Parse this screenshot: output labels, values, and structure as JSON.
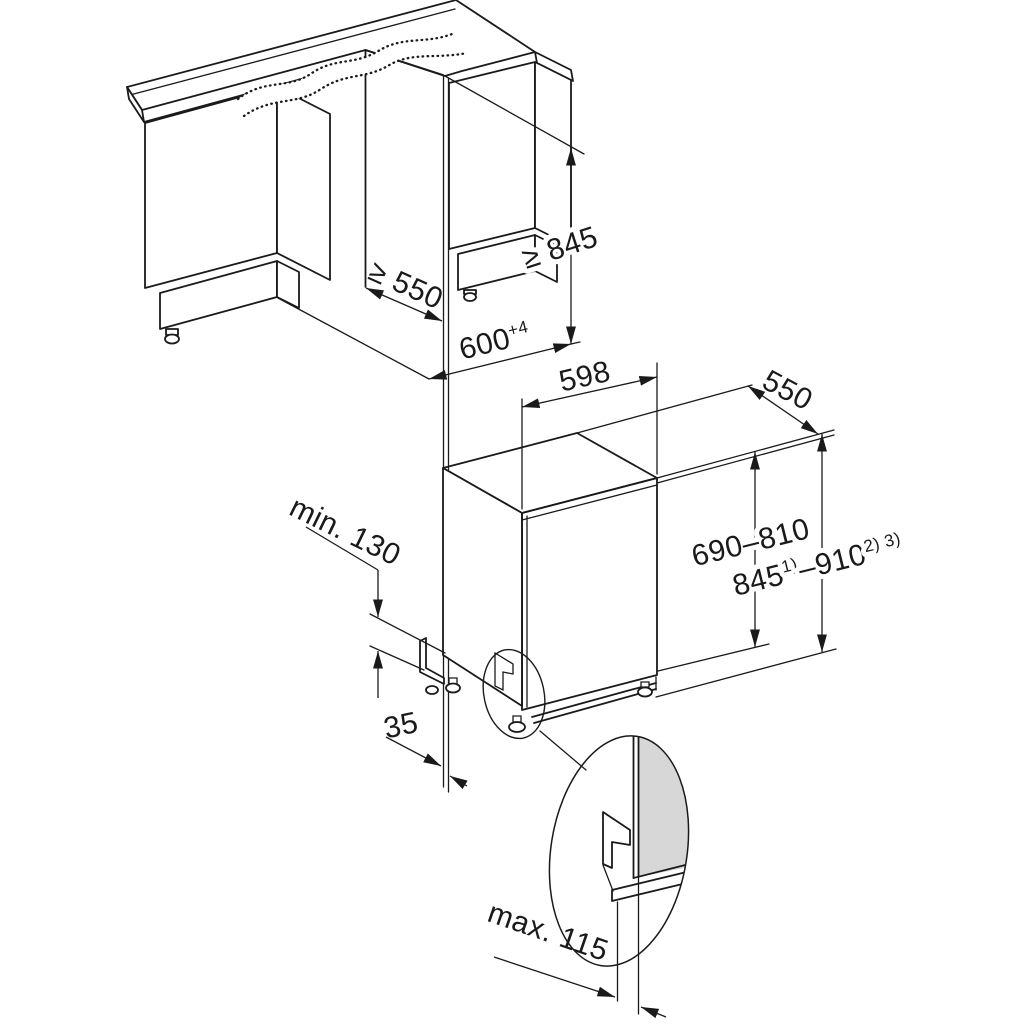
{
  "diagram": {
    "title": "built-in-appliance-installation-dimensions",
    "colors": {
      "line": "#1a1a1a",
      "countertop_surface": "#e9e9e9",
      "appliance_top": "#ededed",
      "door_panel": "#d7d7d7",
      "background": "#ffffff"
    },
    "labels": {
      "niche_depth": "≥ 550",
      "niche_width": "600",
      "niche_width_tolerance": "+4",
      "niche_height": "≥ 845",
      "appliance_width": "598",
      "appliance_depth": "550",
      "appliance_height_range": "690–810",
      "build_in_height_base": "845",
      "build_in_height_note1": "1)",
      "build_in_height_rest": "–910",
      "build_in_height_note2": "2) 3)",
      "plinth_clearance": "min. 130",
      "side_offset": "35",
      "plinth_depth": "max. 115"
    }
  }
}
